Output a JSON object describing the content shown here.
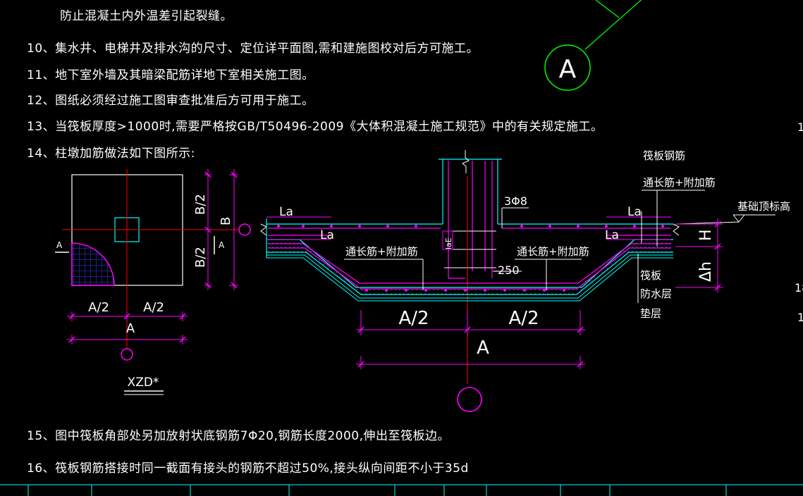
{
  "notes": {
    "n9_tail": "防止混凝土内外温差引起裂缝。",
    "n10": "10、集水井、电梯井及排水沟的尺寸、定位详平面图,需和建施图校对后方可施工。",
    "n11": "11、地下室外墙及其暗梁配筋详地下室相关施工图。",
    "n12": "12、图纸必须经过施工图审查批准后方可用于施工。",
    "n13": "13、当筏板厚度>1000时,需要严格按GB/T50496-2009《大体积混凝土施工规范》中的有关规定施工。",
    "n14": "14、柱墩加筋做法如下图所示:",
    "n15": "15、图中筏板角部处另加放射状底钢筋7Φ20,钢筋长度2000,伸出至筏板边。",
    "n16": "16、筏板钢筋搭接时同一截面有接头的钢筋不超过50%,接头纵向间距不小于35d"
  },
  "axis_bubble": {
    "label": "A"
  },
  "edge_marks": [
    "1",
    "18",
    "1"
  ],
  "plan": {
    "left_a": "A",
    "right_a": "A",
    "b_half_top": "B/2",
    "b_half_bottom": "B/2",
    "b_total": "B",
    "a_half_left": "A/2",
    "a_half_right": "A/2",
    "a_total": "A",
    "title": "XZD*"
  },
  "section": {
    "raft_rebar": "筏板钢筋",
    "through_plus_add_top": "通长筋+附加筋",
    "foundation_top_level": "基础顶标高",
    "stirrup": "3Φ8",
    "la_left_top": "La",
    "la_left_bottom": "La",
    "la_right_top": "La",
    "la_right_bottom": "La",
    "lae": "laE",
    "dim_250": "250",
    "through_plus_add_left": "通长筋+附加筋",
    "through_plus_add_right": "通长筋+附加筋",
    "H": "H",
    "delta_h": "Δh",
    "raft": "筏板",
    "waterproof": "防水层",
    "cushion": "垫层",
    "a_half_left": "A/2",
    "a_half_right": "A/2",
    "a_total": "A"
  },
  "colors": {
    "background": "#000000",
    "text": "#ffffff",
    "cyan": "#00ffff",
    "magenta": "#ff00ff",
    "red": "#ff0000",
    "green": "#00ff00",
    "blue": "#3040ff"
  }
}
